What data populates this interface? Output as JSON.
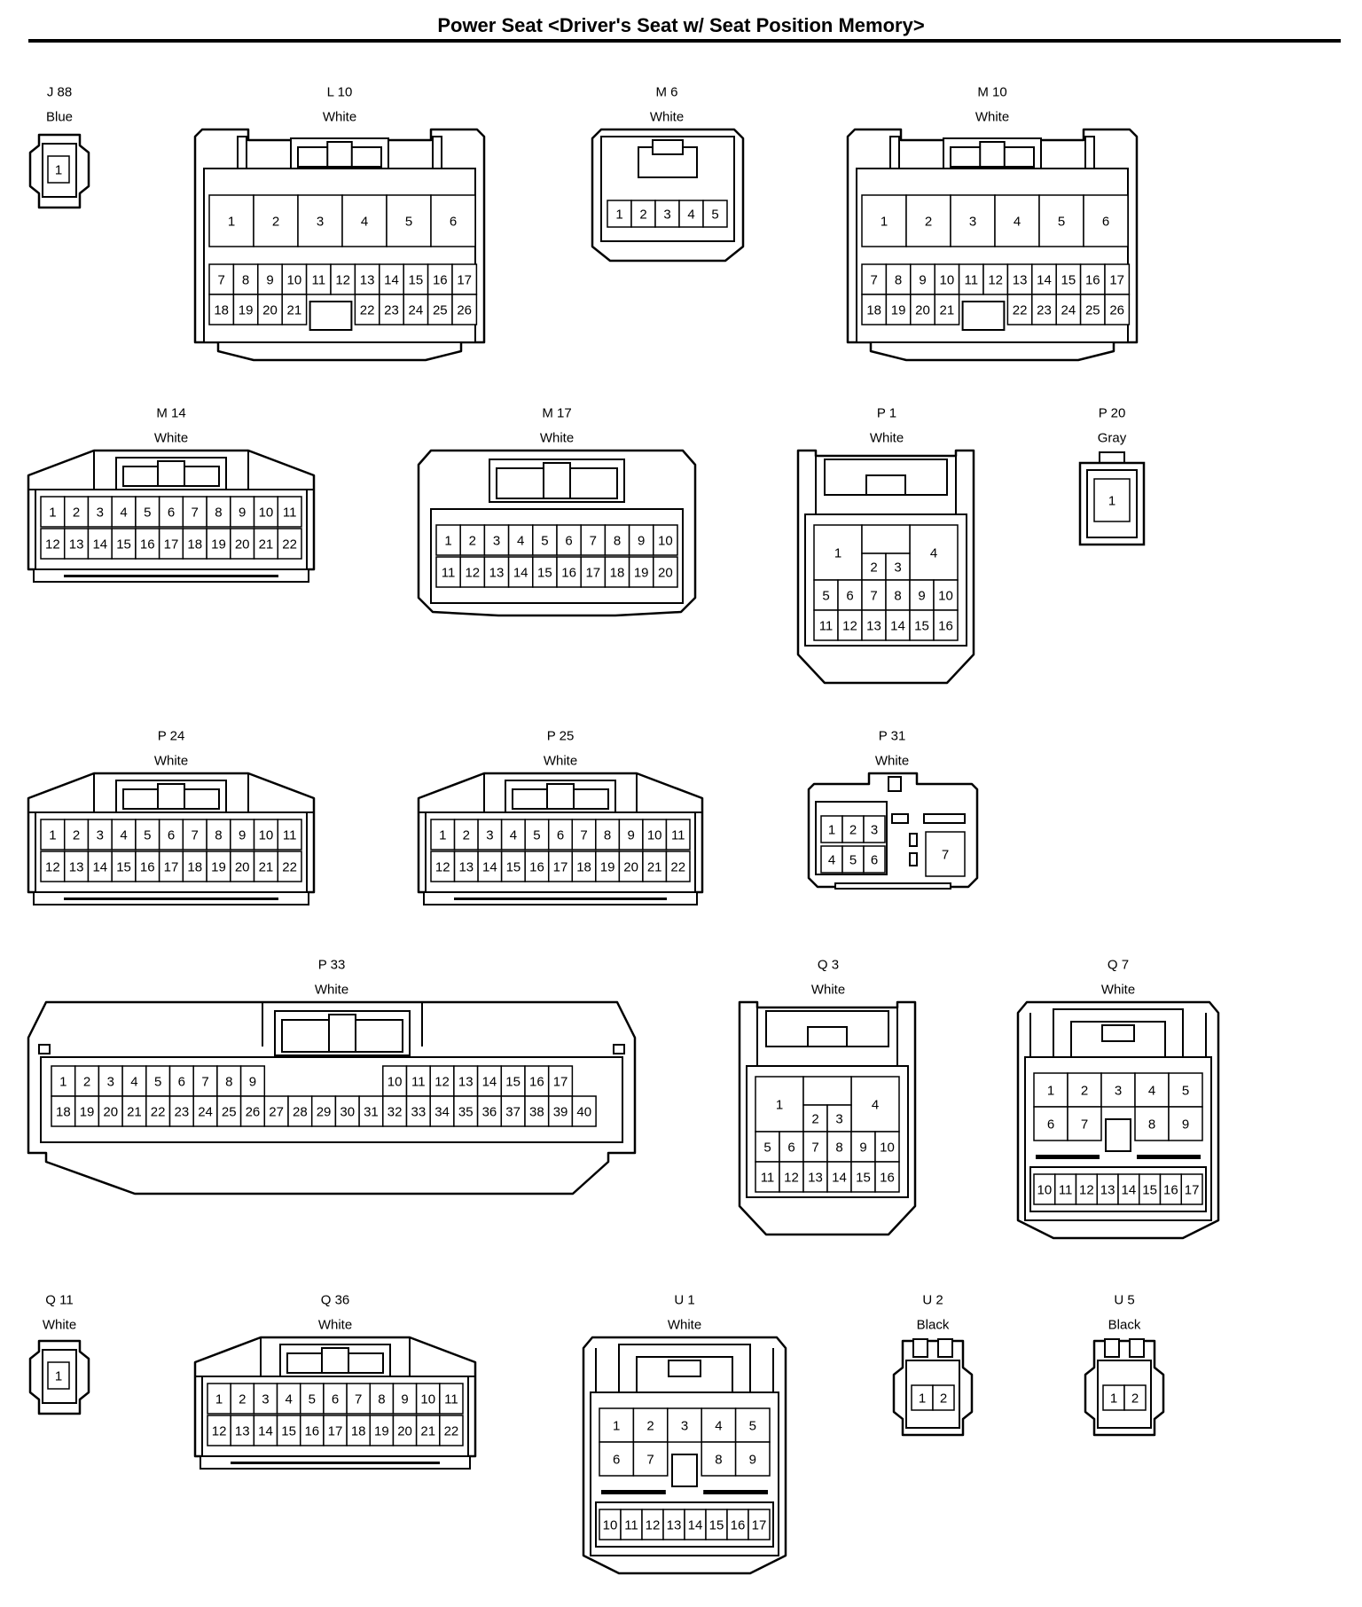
{
  "title": "Power Seat <Driver's Seat w/ Seat Position Memory>",
  "connectors": [
    {
      "id": "J 88",
      "color": "Blue",
      "pins": [
        "1"
      ]
    },
    {
      "id": "L 10",
      "color": "White",
      "pins": [
        "1",
        "2",
        "3",
        "4",
        "5",
        "6",
        "7",
        "8",
        "9",
        "10",
        "11",
        "12",
        "13",
        "14",
        "15",
        "16",
        "17",
        "18",
        "19",
        "20",
        "21",
        "22",
        "23",
        "24",
        "25",
        "26"
      ]
    },
    {
      "id": "M 6",
      "color": "White",
      "pins": [
        "1",
        "2",
        "3",
        "4",
        "5"
      ]
    },
    {
      "id": "M 10",
      "color": "White",
      "pins": [
        "1",
        "2",
        "3",
        "4",
        "5",
        "6",
        "7",
        "8",
        "9",
        "10",
        "11",
        "12",
        "13",
        "14",
        "15",
        "16",
        "17",
        "18",
        "19",
        "20",
        "21",
        "22",
        "23",
        "24",
        "25",
        "26"
      ]
    },
    {
      "id": "M 14",
      "color": "White",
      "pins": [
        "1",
        "2",
        "3",
        "4",
        "5",
        "6",
        "7",
        "8",
        "9",
        "10",
        "11",
        "12",
        "13",
        "14",
        "15",
        "16",
        "17",
        "18",
        "19",
        "20",
        "21",
        "22"
      ]
    },
    {
      "id": "M 17",
      "color": "White",
      "pins": [
        "1",
        "2",
        "3",
        "4",
        "5",
        "6",
        "7",
        "8",
        "9",
        "10",
        "11",
        "12",
        "13",
        "14",
        "15",
        "16",
        "17",
        "18",
        "19",
        "20"
      ]
    },
    {
      "id": "P 1",
      "color": "White",
      "pins": [
        "1",
        "2",
        "3",
        "4",
        "5",
        "6",
        "7",
        "8",
        "9",
        "10",
        "11",
        "12",
        "13",
        "14",
        "15",
        "16"
      ]
    },
    {
      "id": "P 20",
      "color": "Gray",
      "pins": [
        "1"
      ]
    },
    {
      "id": "P 24",
      "color": "White",
      "pins": [
        "1",
        "2",
        "3",
        "4",
        "5",
        "6",
        "7",
        "8",
        "9",
        "10",
        "11",
        "12",
        "13",
        "14",
        "15",
        "16",
        "17",
        "18",
        "19",
        "20",
        "21",
        "22"
      ]
    },
    {
      "id": "P 25",
      "color": "White",
      "pins": [
        "1",
        "2",
        "3",
        "4",
        "5",
        "6",
        "7",
        "8",
        "9",
        "10",
        "11",
        "12",
        "13",
        "14",
        "15",
        "16",
        "17",
        "18",
        "19",
        "20",
        "21",
        "22"
      ]
    },
    {
      "id": "P 31",
      "color": "White",
      "pins": [
        "1",
        "2",
        "3",
        "4",
        "5",
        "6",
        "7"
      ]
    },
    {
      "id": "P 33",
      "color": "White",
      "pins": [
        "1",
        "2",
        "3",
        "4",
        "5",
        "6",
        "7",
        "8",
        "9",
        "10",
        "11",
        "12",
        "13",
        "14",
        "15",
        "16",
        "17",
        "18",
        "19",
        "20",
        "21",
        "22",
        "23",
        "24",
        "25",
        "26",
        "27",
        "28",
        "29",
        "30",
        "31",
        "32",
        "33",
        "34",
        "35",
        "36",
        "37",
        "38",
        "39",
        "40"
      ]
    },
    {
      "id": "Q 3",
      "color": "White",
      "pins": [
        "1",
        "2",
        "3",
        "4",
        "5",
        "6",
        "7",
        "8",
        "9",
        "10",
        "11",
        "12",
        "13",
        "14",
        "15",
        "16"
      ]
    },
    {
      "id": "Q 7",
      "color": "White",
      "pins": [
        "1",
        "2",
        "3",
        "4",
        "5",
        "6",
        "7",
        "8",
        "9",
        "10",
        "11",
        "12",
        "13",
        "14",
        "15",
        "16",
        "17"
      ]
    },
    {
      "id": "Q 11",
      "color": "White",
      "pins": [
        "1"
      ]
    },
    {
      "id": "Q 36",
      "color": "White",
      "pins": [
        "1",
        "2",
        "3",
        "4",
        "5",
        "6",
        "7",
        "8",
        "9",
        "10",
        "11",
        "12",
        "13",
        "14",
        "15",
        "16",
        "17",
        "18",
        "19",
        "20",
        "21",
        "22"
      ]
    },
    {
      "id": "U 1",
      "color": "White",
      "pins": [
        "1",
        "2",
        "3",
        "4",
        "5",
        "6",
        "7",
        "8",
        "9",
        "10",
        "11",
        "12",
        "13",
        "14",
        "15",
        "16",
        "17"
      ]
    },
    {
      "id": "U 2",
      "color": "Black",
      "pins": [
        "1",
        "2"
      ]
    },
    {
      "id": "U 5",
      "color": "Black",
      "pins": [
        "1",
        "2"
      ]
    }
  ]
}
